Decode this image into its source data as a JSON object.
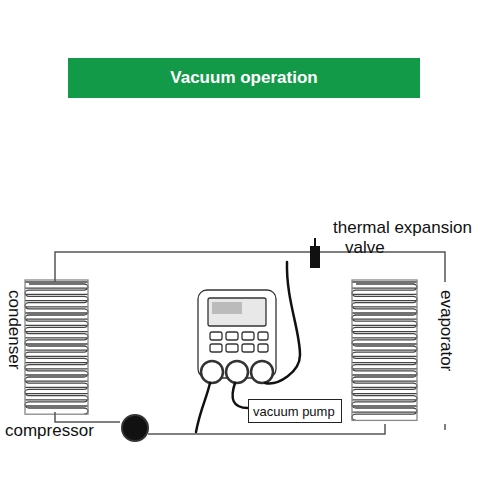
{
  "diagram": {
    "title": "Vacuum operation",
    "nodes": [
      {
        "text": [
          "vacuum pump"
        ]
      }
    ],
    "labels": [
      "thermal expansion",
      "valve",
      "condenser",
      "evaporator",
      "compressor"
    ]
  }
}
